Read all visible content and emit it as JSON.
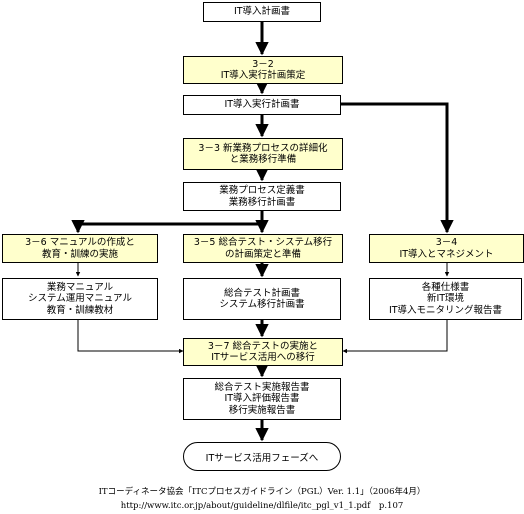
{
  "nodes": {
    "it_plan": "IT導入計画書",
    "p32": {
      "number": "3－2",
      "title": "IT導入実行計画策定"
    },
    "exec_plan": "IT導入実行計画書",
    "p33": {
      "number": "3－3",
      "title": "新業務プロセスの詳細化\nと業務移行準備"
    },
    "proc_def": "業務プロセス定義書\n業務移行計画書",
    "p36": {
      "number": "3－6",
      "title": "マニュアルの作成と\n教育・訓練の実施"
    },
    "p35": {
      "number": "3－5",
      "title": "総合テスト・システム移行\nの計画策定と準備"
    },
    "p34": {
      "number": "3－4",
      "title": "IT導入とマネジメント"
    },
    "manuals": "業務マニュアル\nシステム運用マニュアル\n教育・訓練教材",
    "test_plan": "総合テスト計画書\nシステム移行計画書",
    "specs": "各種仕様書\n新IT環境\nIT導入モニタリング報告書",
    "p37": {
      "number": "3－7",
      "title": "総合テストの実施と\nITサービス活用への移行"
    },
    "reports": "総合テスト実施報告書\nIT導入評価報告書\n移行実施報告書",
    "final": "ITサービス活用フェーズへ"
  },
  "caption": {
    "line1": "ITコーディネータ協会「ITCプロセスガイドライン（PGL）Ver. 1.1」（2006年4月）",
    "line2": "http://www.itc.or.jp/about/guideline/dlfile/itc_pgl_v1_1.pdf　p.107"
  }
}
